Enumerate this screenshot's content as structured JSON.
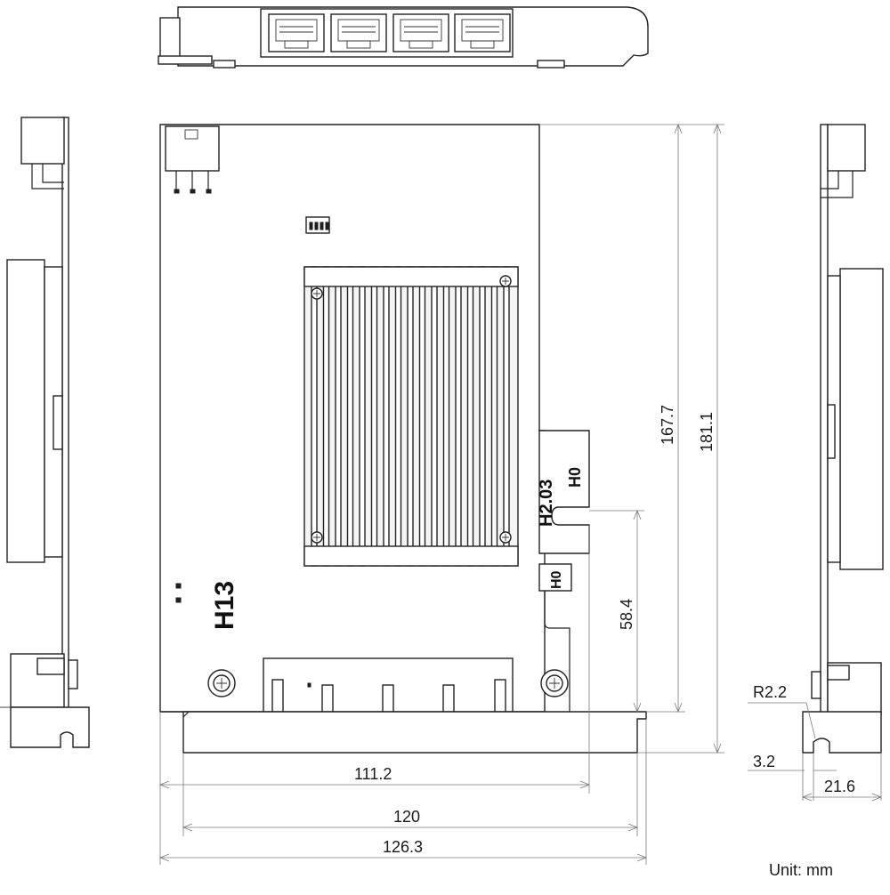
{
  "dimensions": {
    "height_board": "167.7",
    "height_bracket": "181.1",
    "connector_height": "58.4",
    "width_board": "111.2",
    "width_mid": "120",
    "width_total": "126.3",
    "radius": "R2.2",
    "slot": "3.2",
    "depth": "21.6"
  },
  "labels": {
    "board_marking_h13": "H13",
    "board_marking_h203": "H2.03",
    "board_marking_h0_a": "H0",
    "board_marking_h0_b": "H0"
  },
  "unit_label": "Unit: mm"
}
